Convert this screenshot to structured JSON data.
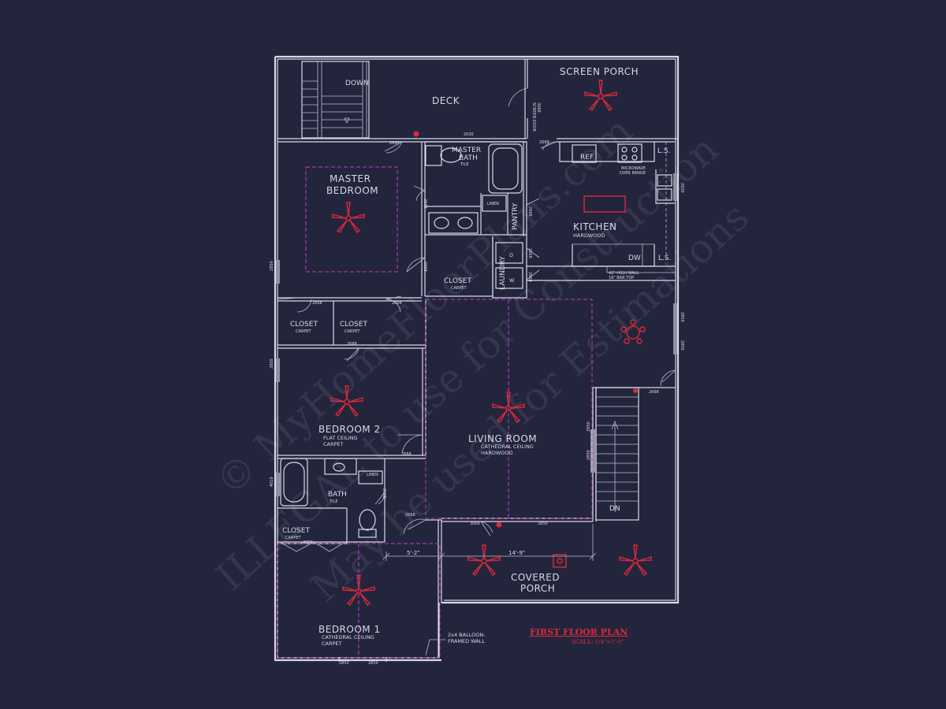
{
  "watermark": {
    "line1": "© MyHomeFloorPlans.com",
    "line2": "ILLEGAL to use for Construction",
    "line3": "May be used for Estimations"
  },
  "rooms": {
    "deck": "DECK",
    "down": "DOWN",
    "screen_porch": "SCREEN PORCH",
    "master_bedroom_1": "MASTER",
    "master_bedroom_2": "BEDROOM",
    "master_bath_1": "MASTER",
    "master_bath_2": "BATH",
    "master_bath_floor": "TILE",
    "pantry": "PANTRY",
    "laundry": "LAUNDRY",
    "closet_master": "CLOSET",
    "closet_master_floor": "CARPET",
    "kitchen": "KITCHEN",
    "kitchen_floor": "HARDWOOD",
    "closet_a": "CLOSET",
    "closet_a_floor": "CARPET",
    "closet_b": "CLOSET",
    "closet_b_floor": "CARPET",
    "bedroom2": "BEDROOM 2",
    "bedroom2_ceiling": "FLAT CEILING",
    "bedroom2_floor": "CARPET",
    "living_room": "LIVING ROOM",
    "living_ceiling": "CATHEDRAL CEILING",
    "living_floor": "HARDWOOD",
    "bath": "BATH",
    "bath_floor": "TILE",
    "closet_c": "CLOSET",
    "closet_c_floor": "CARPET",
    "bedroom1": "BEDROOM 1",
    "bedroom1_ceiling": "CATHEDRAL CEILING",
    "bedroom1_floor": "CARPET",
    "covered_porch_1": "COVERED",
    "covered_porch_2": "PORCH",
    "dn": "DN"
  },
  "fixtures": {
    "ref": "REF.",
    "microwave_1": "MICROWAVE",
    "microwave_2": "OVER RANGE",
    "ls_top": "L.S.",
    "ls_bottom": "L.S.",
    "dw": "DW",
    "bar_wall_1": "42\" HIGH WALL",
    "bar_wall_2": "18\" BAR TOP",
    "linen": "LINEN",
    "linen2": "LINEN",
    "washer": "W",
    "dryer": "D",
    "screen_door_1": "SCREEN DOOR",
    "screen_door_2": "3068"
  },
  "doors": {
    "d_deck": "2668",
    "d_deck_top": "2030",
    "d_kitchen_top": "2668",
    "d_bath_left": "2668",
    "d_pantry": "2668",
    "d_closet_m": "2668",
    "d_laundry1": "2668",
    "d_laundry2": "2668",
    "d_closetA": "2668",
    "d_bed2_top": "2668",
    "d_masterbed": "2668",
    "d_bed2": "2668",
    "d_bath": "2668",
    "d_hall": "2668",
    "d_front": "3068",
    "d_closetC": "4068",
    "d_right_stair": "2668",
    "w_front": "2850",
    "w_left1": "2850",
    "w_left2": "2850",
    "w_left3": "4010",
    "w_right1": "2850",
    "w_right2": "2850",
    "w_kitchen": "2030",
    "w_stair1": "2850",
    "w_stair2": "2850",
    "w_bed1a": "2850",
    "w_bed1b": "2850"
  },
  "dimensions": {
    "dim1": "5'-2\"",
    "dim2": "14'-9\""
  },
  "notes": {
    "balloon_1": "2x4 BALLOON-",
    "balloon_2": "FRAMED WALL"
  },
  "title": {
    "main": "FIRST FLOOR PLAN",
    "scale": "SCALE: 1/4\"=1'-0\""
  },
  "colors": {
    "background": "#23253d",
    "walls": "#d7d9e6",
    "fans": "#d92a3a",
    "ceiling_lines": "#c23bc2"
  }
}
